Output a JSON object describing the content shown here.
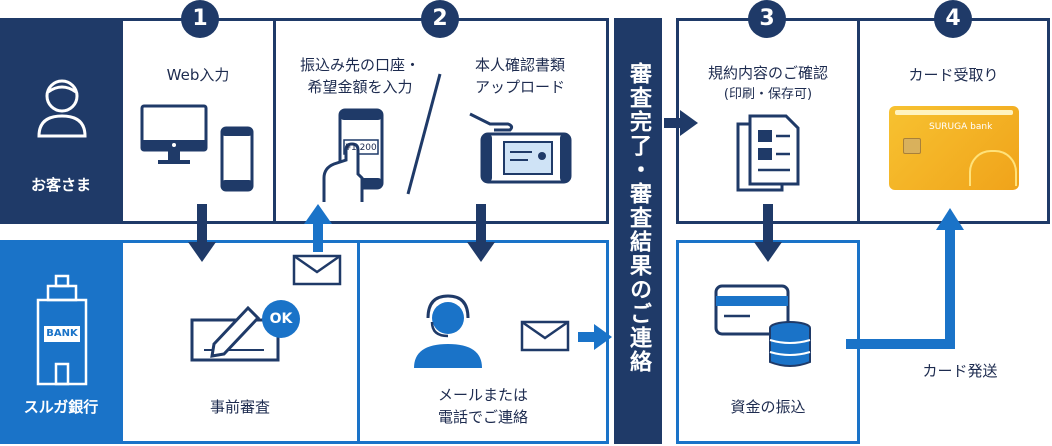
{
  "rows": {
    "customer": {
      "label": "お客さま"
    },
    "bank": {
      "label": "スルガ銀行",
      "building_text": "BANK"
    }
  },
  "steps": {
    "s1": {
      "number": "1",
      "label": "Web入力"
    },
    "s2a": {
      "number": "2",
      "label_line1": "振込み先の口座・",
      "label_line2": "希望金額を入力",
      "amount": "¥1,200"
    },
    "s2b": {
      "label_line1": "本人確認書類",
      "label_line2": "アップロード"
    },
    "s3": {
      "number": "3",
      "label_line1": "規約内容のご確認",
      "label_line2": "(印刷・保存可)"
    },
    "s4": {
      "number": "4",
      "label": "カード受取り",
      "card_brand": "SURUGA bank"
    }
  },
  "bank_steps": {
    "review": {
      "label": "事前審査",
      "badge": "OK"
    },
    "contact": {
      "label_line1": "メールまたは",
      "label_line2": "電話でご連絡"
    },
    "transfer": {
      "label": "資金の振込"
    },
    "shipping": {
      "label": "カード発送"
    }
  },
  "divider": {
    "text": "審査完了・審査結果のご連絡"
  },
  "colors": {
    "navy": "#1f3a68",
    "blue": "#1a73c8",
    "card": "#f5b324"
  }
}
